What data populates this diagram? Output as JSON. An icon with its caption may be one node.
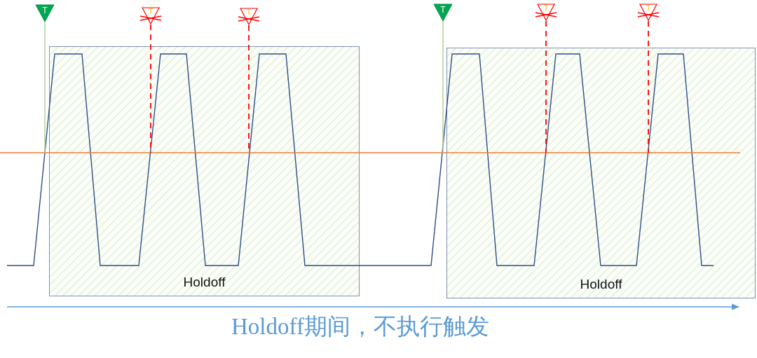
{
  "diagram": {
    "nodes": [
      {
        "text": [
          "T"
        ]
      },
      {
        "text": [
          "T"
        ]
      },
      {
        "text": [
          "T"
        ]
      },
      {
        "text": [
          "Holdoff"
        ]
      },
      {
        "text": [
          "T"
        ]
      },
      {
        "text": [
          "T"
        ]
      },
      {
        "text": [
          "T"
        ]
      },
      {
        "text": [
          "Holdoff"
        ]
      }
    ],
    "edges": [
      {
        "from": 0,
        "to": 3,
        "arrow": "none",
        "color": "#a9d18e"
      },
      {
        "from": 1,
        "to": 3,
        "arrow": "none",
        "style": "dashed"
      },
      {
        "from": 2,
        "to": 3,
        "arrow": "none",
        "style": "dashed"
      },
      {
        "from": 4,
        "to": 7,
        "arrow": "none",
        "color": "#a9d18e"
      },
      {
        "from": 5,
        "to": 7,
        "arrow": "none",
        "style": "dashed"
      },
      {
        "from": 6,
        "to": 7,
        "arrow": "none",
        "style": "dashed"
      }
    ],
    "labels": [
      "Holdoff期间，不执行触发"
    ]
  }
}
